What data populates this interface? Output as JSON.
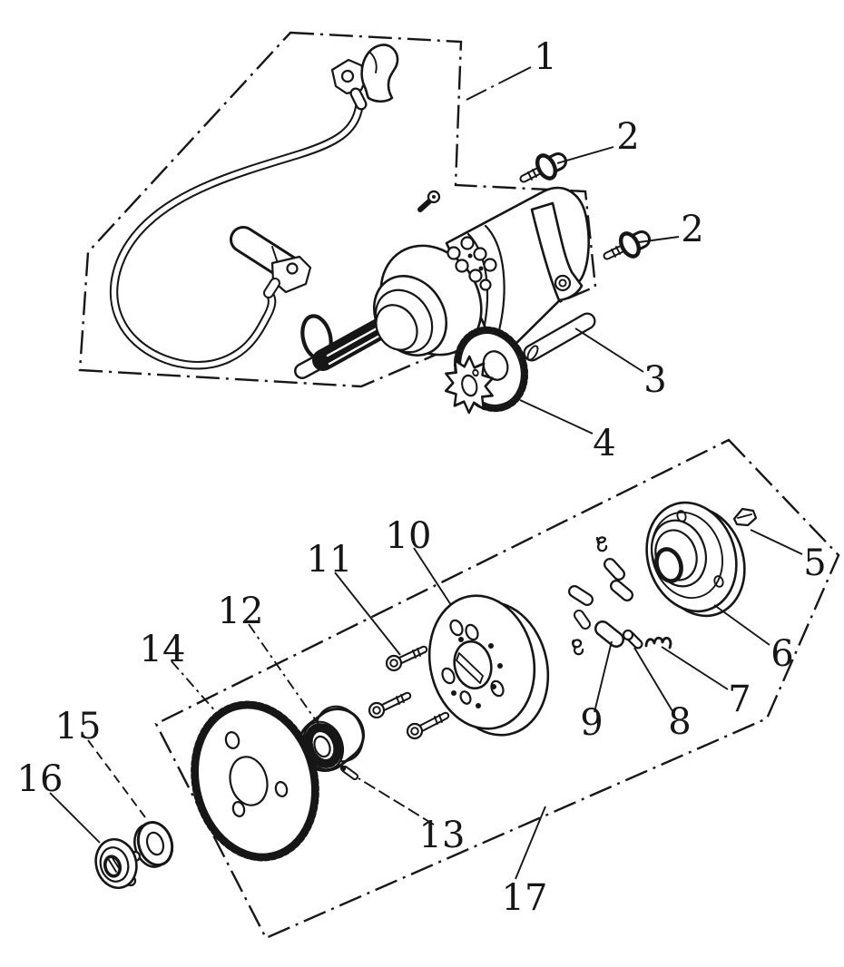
{
  "figure": {
    "kind": "exploded-parts-line-diagram",
    "ink_color": "#161616",
    "background_color": "#ffffff"
  },
  "callouts": [
    {
      "label": "1"
    },
    {
      "label": "2"
    },
    {
      "label": "2"
    },
    {
      "label": "3"
    },
    {
      "label": "4"
    },
    {
      "label": "5"
    },
    {
      "label": "6"
    },
    {
      "label": "7"
    },
    {
      "label": "8"
    },
    {
      "label": "9"
    },
    {
      "label": "10"
    },
    {
      "label": "11"
    },
    {
      "label": "12"
    },
    {
      "label": "13"
    },
    {
      "label": "14"
    },
    {
      "label": "15"
    },
    {
      "label": "16"
    },
    {
      "label": "17"
    }
  ]
}
